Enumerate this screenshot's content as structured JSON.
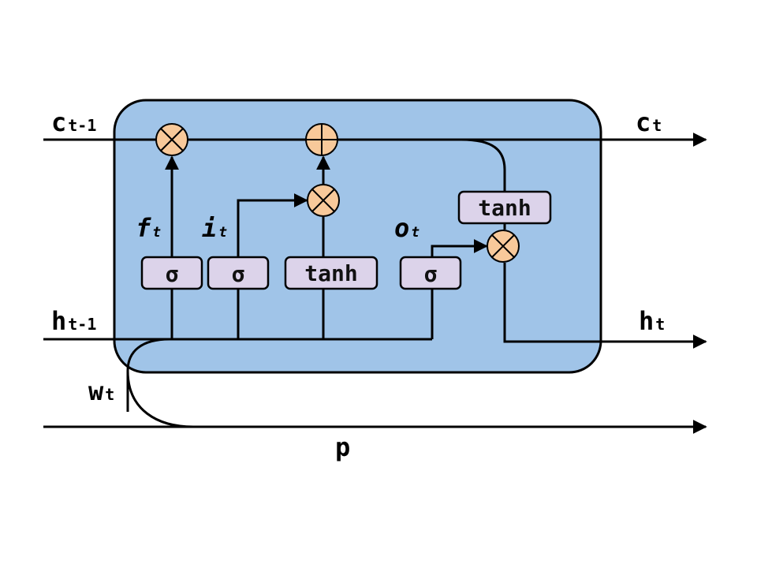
{
  "colors": {
    "cell_fill": "#a0c4e8",
    "gate_box_fill": "#dcd3ea",
    "op_fill": "#f8c99a",
    "line": "#000000"
  },
  "io": {
    "c_prev": {
      "main": "c",
      "sub": "t-1"
    },
    "c_next": {
      "main": "c",
      "sub": "t"
    },
    "h_prev": {
      "main": "h",
      "sub": "t-1"
    },
    "h_next": {
      "main": "h",
      "sub": "t"
    },
    "w_t": {
      "main": "w",
      "sub": "t"
    },
    "p": {
      "main": "p"
    }
  },
  "gates": {
    "forget": {
      "main": "f",
      "sub": "t"
    },
    "input": {
      "main": "i",
      "sub": "t"
    },
    "output": {
      "main": "o",
      "sub": "t"
    }
  },
  "boxes": {
    "sigma_forget": "σ",
    "sigma_input": "σ",
    "tanh_candidate": "tanh",
    "sigma_output": "σ",
    "tanh_output": "tanh"
  },
  "operators": {
    "forget_multiply": "multiply-op-icon",
    "cell_add": "add-op-icon",
    "input_multiply": "multiply-op-icon",
    "output_multiply": "multiply-op-icon"
  }
}
